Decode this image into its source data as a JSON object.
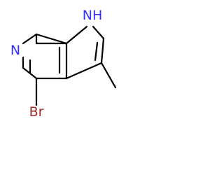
{
  "molecule": {
    "atoms": {
      "pyridine_n": "N",
      "pyrrole_nh": "NH",
      "bromine": "Br"
    },
    "colors": {
      "nitrogen": "#3333ff",
      "bromine": "#a52a2a",
      "bond": "#000000"
    }
  }
}
